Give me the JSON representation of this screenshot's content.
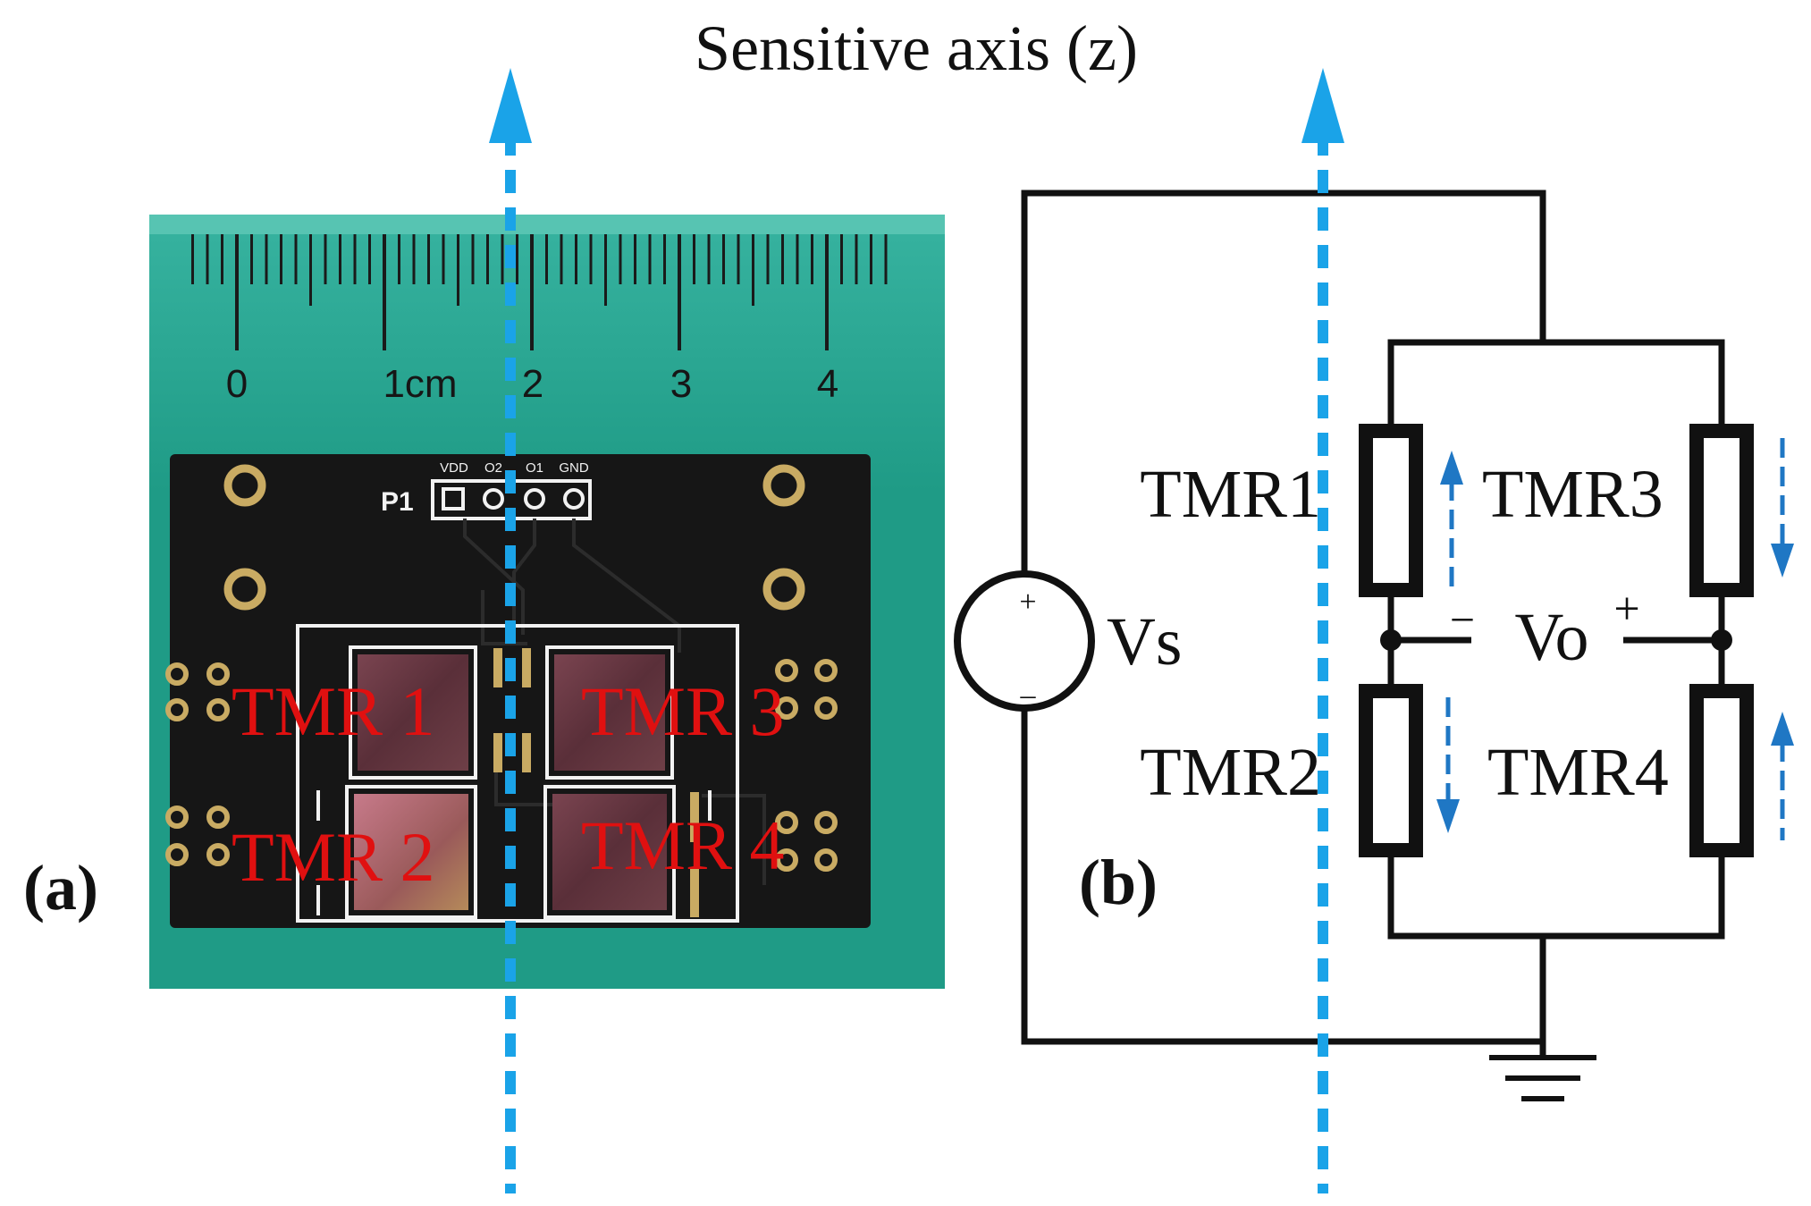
{
  "title": "Sensitive axis (z)",
  "panel_a": {
    "label": "(a)",
    "ruler_ticks": [
      "0",
      "1cm",
      "2",
      "3",
      "4"
    ],
    "header_name": "P1",
    "pin_labels": [
      "VDD",
      "O2",
      "O1",
      "GND"
    ],
    "sensor_labels": [
      "TMR 1",
      "TMR 3",
      "TMR 2",
      "TMR 4"
    ]
  },
  "panel_b": {
    "label": "(b)",
    "source_label": "Vs",
    "source_plus": "+",
    "source_minus": "–",
    "output_label": "Vo",
    "output_minus": "−",
    "output_plus": "+",
    "resistor_labels": [
      "TMR1",
      "TMR3",
      "TMR2",
      "TMR4"
    ]
  },
  "colors": {
    "axis_arrow": "#1aa3e8",
    "bias_arrow": "#1f77c4",
    "sensor_text": "#e01010",
    "board_green": "#1f9b86",
    "pcb_black": "#161616",
    "silkscreen": "#f2f2f2",
    "gold_pad": "#c9ab63",
    "chip": "#6b3b44"
  }
}
